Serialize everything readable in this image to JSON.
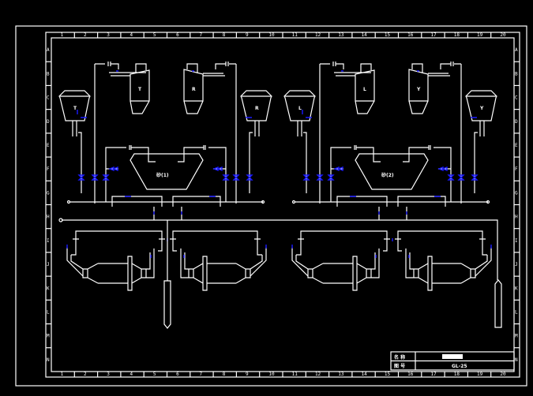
{
  "drawing": {
    "column_ticks": [
      "1",
      "2",
      "3",
      "4",
      "5",
      "6",
      "7",
      "8",
      "9",
      "10",
      "11",
      "12",
      "13",
      "14",
      "15",
      "16",
      "17",
      "18",
      "19",
      "20"
    ],
    "row_ticks": [
      "A",
      "B",
      "C",
      "D",
      "E",
      "F",
      "G",
      "H",
      "I",
      "J",
      "K",
      "L",
      "M",
      "N"
    ],
    "left_unit": {
      "hopper_left": "T",
      "hopper_right": "R",
      "cyclone_left": "T",
      "cyclone_right": "R",
      "center_hopper": "砂(1)"
    },
    "right_unit": {
      "hopper_left": "L",
      "hopper_right": "Y",
      "cyclone_left": "L",
      "cyclone_right": "Y",
      "center_hopper": "砂(2)"
    },
    "title_block": {
      "name_label": "名 称",
      "drawing_no_label": "图 号",
      "drawing_no": "GL-25"
    },
    "colors": {
      "lines": "#ffffff",
      "valves": "#1a1aff",
      "background": "#000000"
    }
  }
}
